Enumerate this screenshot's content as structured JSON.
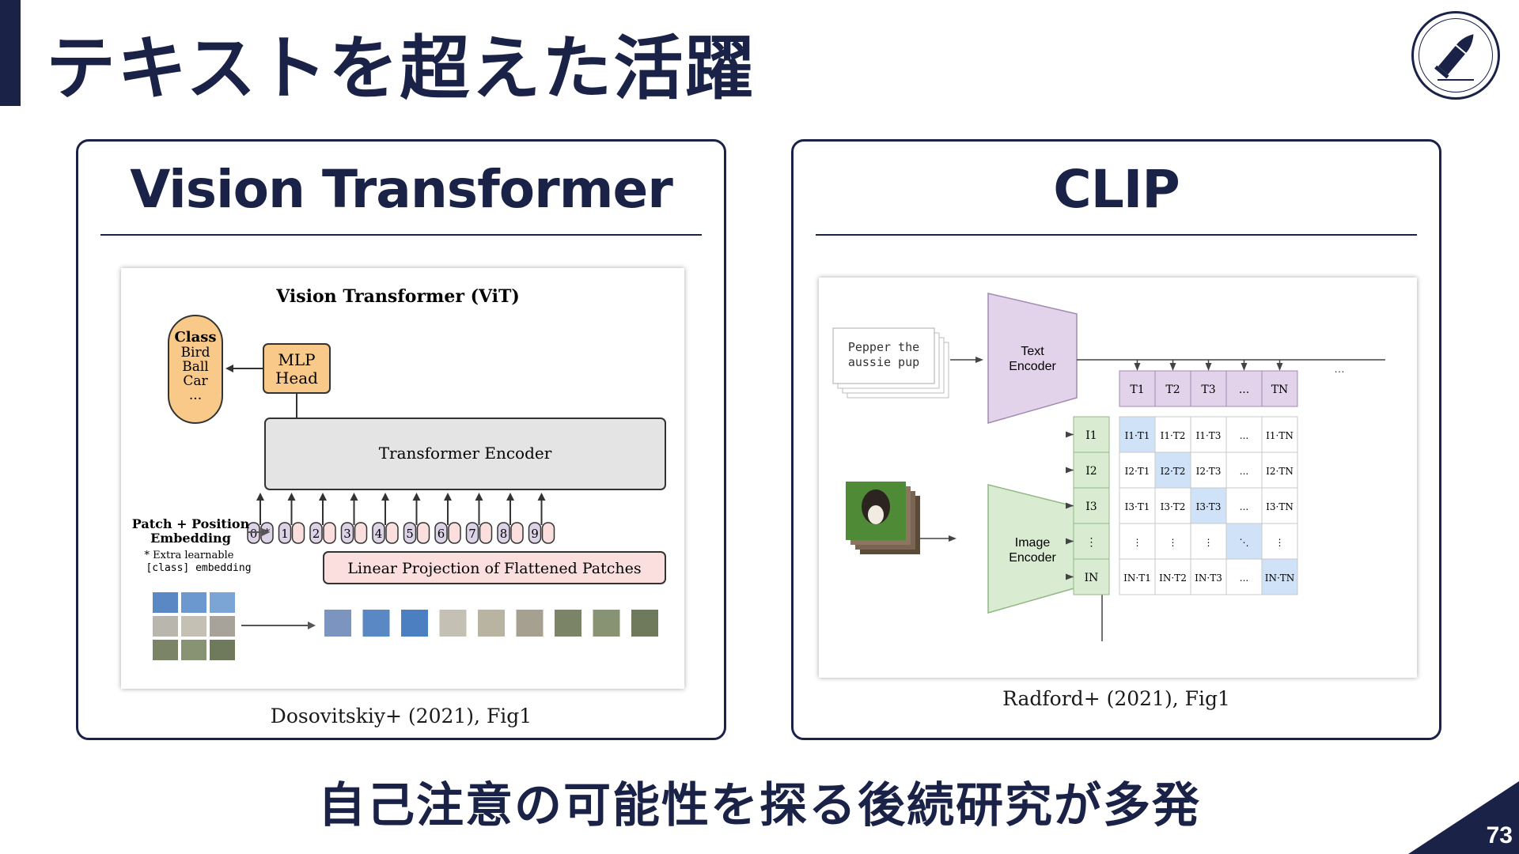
{
  "slide": {
    "title": "テキストを超えた活躍",
    "bottom_text": "自己注意の可能性を探る後続研究が多発",
    "page_number": "73"
  },
  "left_panel": {
    "heading": "Vision Transformer",
    "caption": "Dosovitskiy+ (2021), Fig1",
    "figure": {
      "title": "Vision Transformer (ViT)",
      "class_box": [
        "Class",
        "Bird",
        "Ball",
        "Car",
        "..."
      ],
      "mlp_head": [
        "MLP",
        "Head"
      ],
      "encoder_label": "Transformer Encoder",
      "patch_embedding_label": [
        "Patch + Position",
        "Embedding"
      ],
      "extra_note": [
        "* Extra learnable",
        "[class] embedding"
      ],
      "projection_label": "Linear Projection of Flattened Patches",
      "token_indices": [
        "0*",
        "1",
        "2",
        "3",
        "4",
        "5",
        "6",
        "7",
        "8",
        "9"
      ]
    }
  },
  "right_panel": {
    "heading": "CLIP",
    "caption": "Radford+ (2021), Fig1",
    "figure": {
      "text_input": [
        "Pepper the",
        "aussie pup"
      ],
      "text_encoder": [
        "Text",
        "Encoder"
      ],
      "image_encoder": [
        "Image",
        "Encoder"
      ],
      "text_tokens": [
        "T1",
        "T2",
        "T3",
        "...",
        "TN"
      ],
      "image_tokens": [
        "I1",
        "I2",
        "I3",
        "⋮",
        "IN"
      ],
      "matrix": [
        [
          "I1·T1",
          "I1·T2",
          "I1·T3",
          "...",
          "I1·TN"
        ],
        [
          "I2·T1",
          "I2·T2",
          "I2·T3",
          "...",
          "I2·TN"
        ],
        [
          "I3·T1",
          "I3·T2",
          "I3·T3",
          "...",
          "I3·TN"
        ],
        [
          "⋮",
          "⋮",
          "⋮",
          "⋱",
          "⋮"
        ],
        [
          "IN·T1",
          "IN·T2",
          "IN·T3",
          "...",
          "IN·TN"
        ]
      ],
      "highlight_color": "#cfe2f7",
      "text_token_color": "#e3d3ea",
      "image_token_color": "#d9ecd2"
    }
  },
  "colors": {
    "navy": "#1a2347",
    "class_box": "#f9c989",
    "mlp_head": "#f9c989",
    "encoder": "#e4e4e4",
    "projection": "#fbdede",
    "token": "#dcd3e6"
  },
  "icons": {
    "logo": "bullet-icon"
  }
}
